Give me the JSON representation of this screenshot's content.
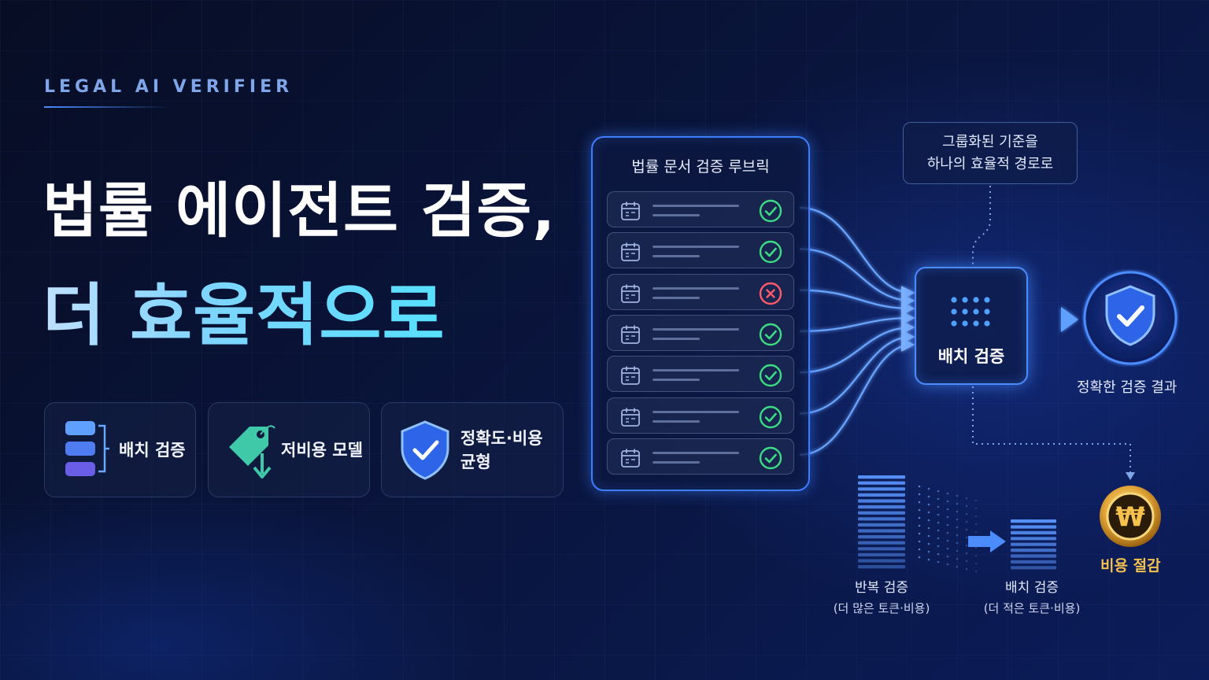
{
  "brand": "LEGAL AI VERIFIER",
  "headline": {
    "line1": "법률 에이전트 검증,",
    "line2": "더 효율적으로"
  },
  "features": [
    {
      "label": "배치 검증",
      "icon": "stack-icon"
    },
    {
      "label": "저비용 모델",
      "icon": "price-tag-icon"
    },
    {
      "label_line1": "정확도·비용",
      "label_line2": "균형",
      "icon": "shield-check-icon"
    }
  ],
  "rubric": {
    "title": "법률 문서 검증 루브릭",
    "items": [
      {
        "status": "pass"
      },
      {
        "status": "pass"
      },
      {
        "status": "fail"
      },
      {
        "status": "pass"
      },
      {
        "status": "pass"
      },
      {
        "status": "pass"
      },
      {
        "status": "pass"
      }
    ]
  },
  "callout": {
    "line1": "그룹화된 기준을",
    "line2": "하나의 효율적 경로로"
  },
  "batch": {
    "label": "배치 검증"
  },
  "result": {
    "label": "정확한 검증 결과"
  },
  "saving": {
    "label": "비용 절감",
    "symbol": "₩"
  },
  "comparison": {
    "left": {
      "title": "반복 검증",
      "sub": "(더 많은 토큰·비용)"
    },
    "right": {
      "title": "배치 검증",
      "sub": "(더 적은 토큰·비용)"
    }
  },
  "colors": {
    "accent": "#3f7dff",
    "pass": "#3ddc84",
    "fail": "#ff5a6a",
    "gold": "#f2c14e"
  }
}
